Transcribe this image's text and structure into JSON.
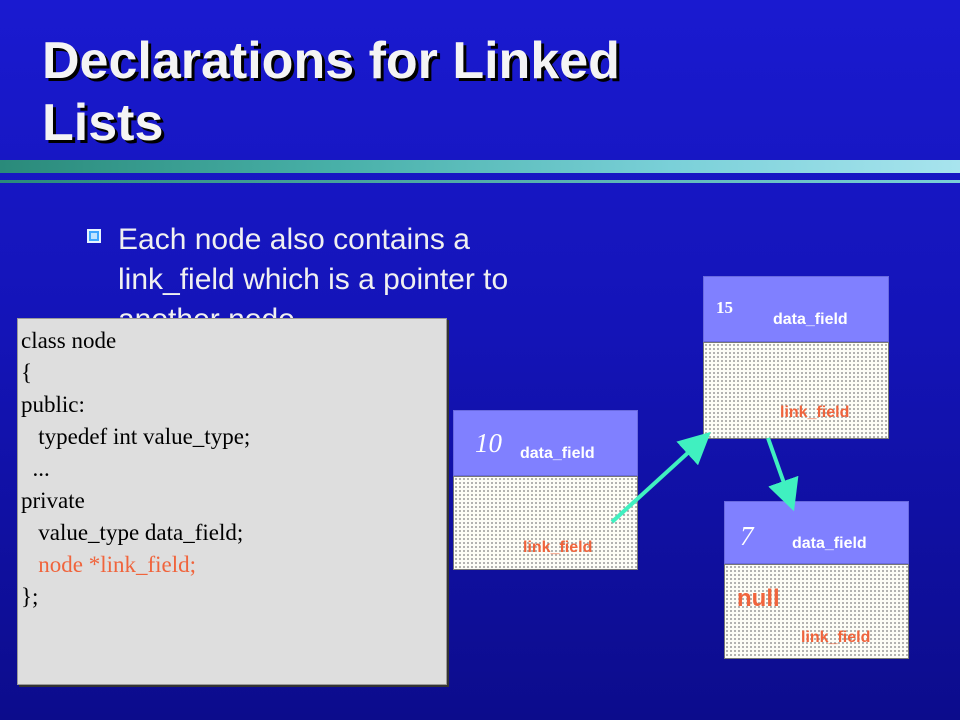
{
  "slide": {
    "title_line1": "Declarations for Linked",
    "title_line2": "Lists",
    "bullet_line1": "Each node also contains a",
    "bullet_line2": "link_field which is a pointer to",
    "bullet_line3": "another node."
  },
  "code": {
    "lines": [
      "class node",
      "{",
      "public:",
      "   typedef int value_type;",
      "  ...",
      "private",
      "   value_type data_field;",
      "   node *link_field;",
      "};"
    ],
    "highlight_color": "#f0643c"
  },
  "nodes": [
    {
      "value": "10",
      "data_label": "data_field",
      "link_label": "link_field"
    },
    {
      "value": "15",
      "data_label": "data_field",
      "link_label": "link_field"
    },
    {
      "value": "7",
      "data_label": "data_field",
      "link_label": "link_field",
      "link_value": "null"
    }
  ],
  "colors": {
    "background": "#1414b8",
    "node_top": "#8080ff",
    "link_text": "#f0643c",
    "arrow": "#40f0c0"
  }
}
